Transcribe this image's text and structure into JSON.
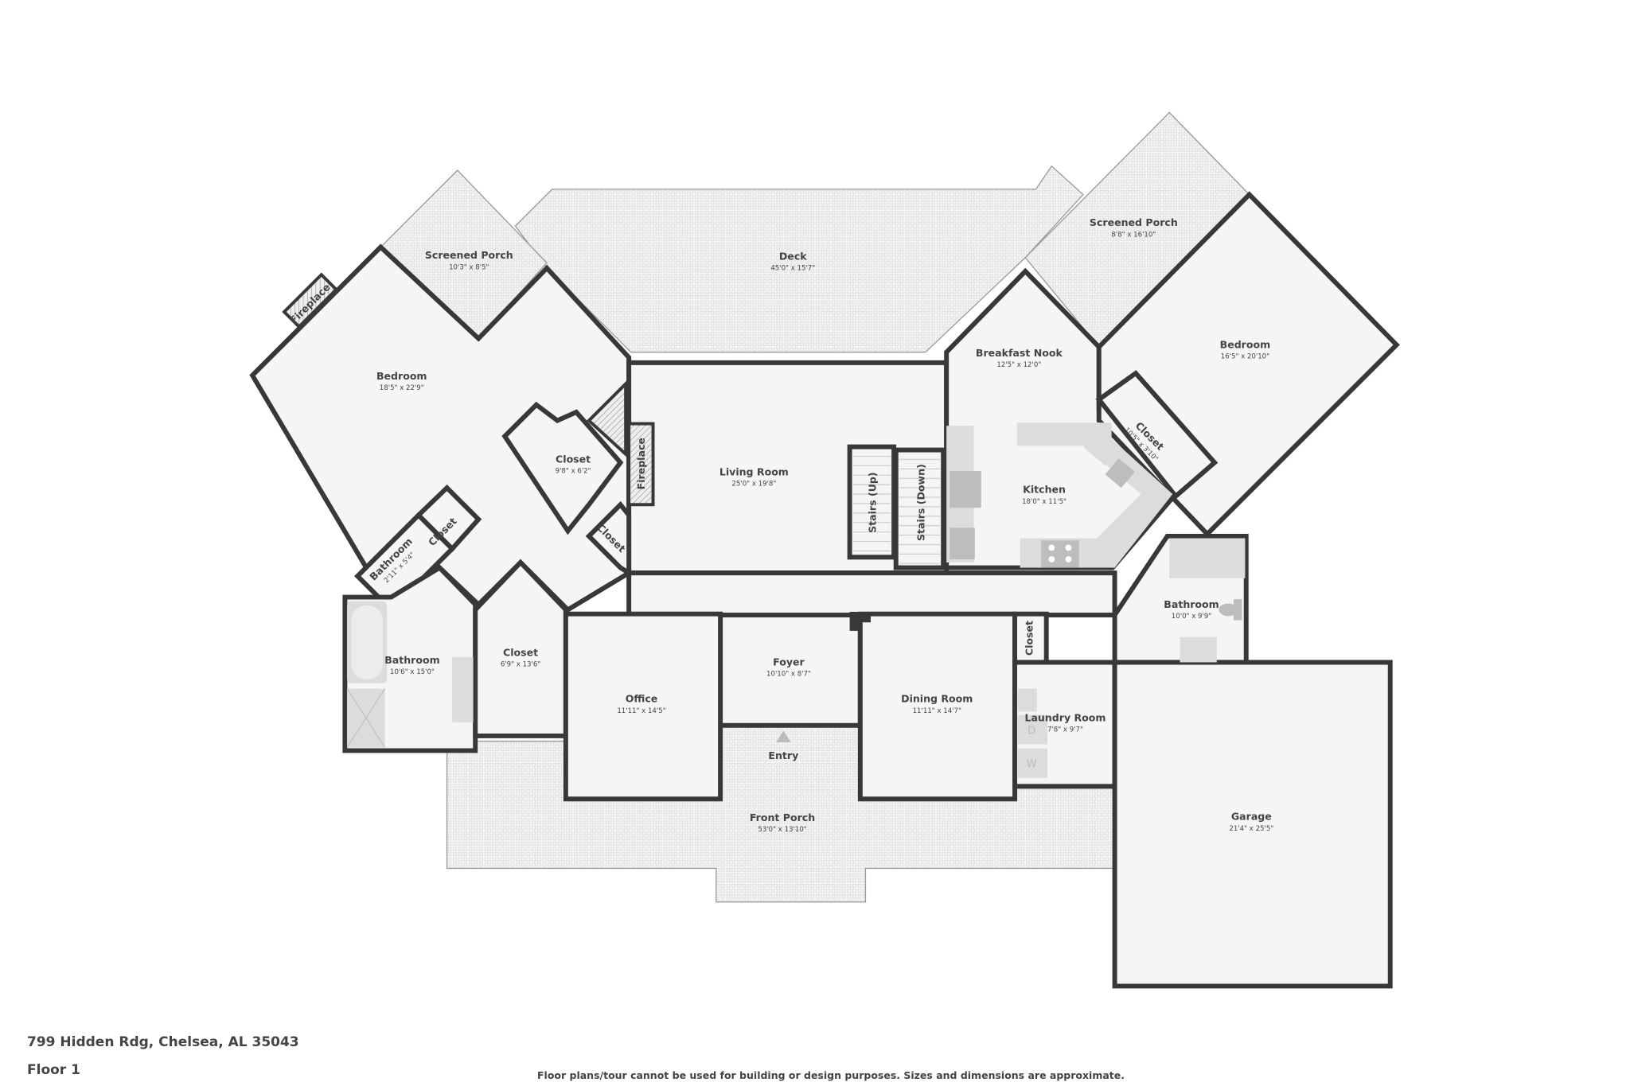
{
  "footer": {
    "address": "799 Hidden Rdg, Chelsea, AL 35043",
    "floor": "Floor 1",
    "disclaimer": "Floor plans/tour cannot be used for building or design purposes. Sizes and dimensions are approximate."
  },
  "rooms": [
    {
      "name": "Screened Porch",
      "dims": "10'3\" x 8'5\""
    },
    {
      "name": "Deck",
      "dims": "45'0\" x 15'7\""
    },
    {
      "name": "Screened Porch",
      "dims": "8'8\" x 16'10\""
    },
    {
      "name": "Bedroom",
      "dims": "18'5\" x 22'9\""
    },
    {
      "name": "Breakfast Nook",
      "dims": "12'5\" x 12'0\""
    },
    {
      "name": "Bedroom",
      "dims": "16'5\" x 20'10\""
    },
    {
      "name": "Closet",
      "dims": "9'8\" x 6'2\""
    },
    {
      "name": "Living Room",
      "dims": "25'0\" x 19'8\""
    },
    {
      "name": "Kitchen",
      "dims": "18'0\" x 11'5\""
    },
    {
      "name": "Closet",
      "dims": "10'5\" x 3'10\""
    },
    {
      "name": "Bathroom",
      "dims": "2'11\" x 5'4\""
    },
    {
      "name": "Closet",
      "dims": ""
    },
    {
      "name": "Closet",
      "dims": ""
    },
    {
      "name": "Bathroom",
      "dims": "10'6\" x 15'0\""
    },
    {
      "name": "Closet",
      "dims": "6'9\" x 13'6\""
    },
    {
      "name": "Office",
      "dims": "11'11\" x 14'5\""
    },
    {
      "name": "Foyer",
      "dims": "10'10\" x 8'7\""
    },
    {
      "name": "Dining Room",
      "dims": "11'11\" x 14'7\""
    },
    {
      "name": "Closet",
      "dims": ""
    },
    {
      "name": "Laundry Room",
      "dims": "7'8\" x 9'7\""
    },
    {
      "name": "Bathroom",
      "dims": "10'0\" x 9'9\""
    },
    {
      "name": "Front Porch",
      "dims": "53'0\" x 13'10\""
    },
    {
      "name": "Garage",
      "dims": "21'4\" x 25'5\""
    }
  ],
  "labels": {
    "entry": "Entry",
    "stairs_up": "Stairs (Up)",
    "stairs_down": "Stairs (Down)",
    "fireplace_left": "Fireplace",
    "fireplace_center": "Fireplace",
    "dryer": "D",
    "washer": "W"
  },
  "colors": {
    "wall": "#383838",
    "floor": "#f5f5f5",
    "text": "#444444"
  }
}
